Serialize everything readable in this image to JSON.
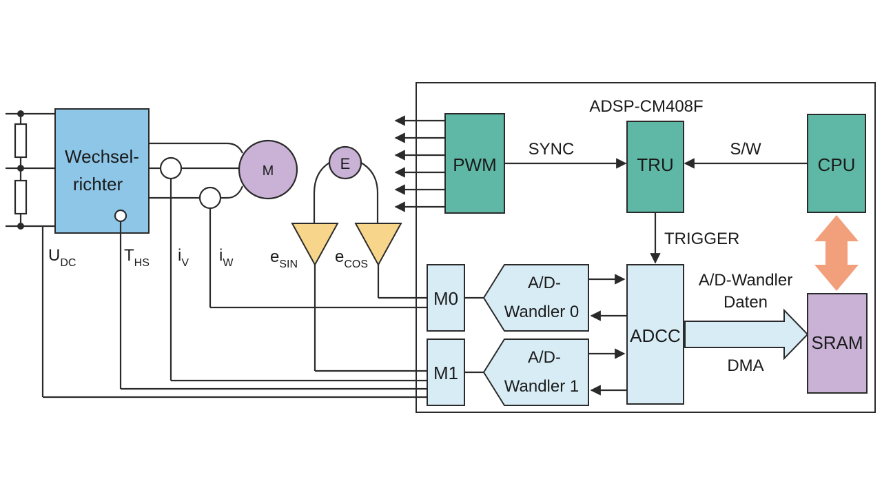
{
  "chip": {
    "title": "ADSP-CM408F"
  },
  "blocks": {
    "inverter": [
      "Wechsel-",
      "richter"
    ],
    "motor": "M",
    "encoder": "E",
    "pwm": "PWM",
    "tru": "TRU",
    "cpu": "CPU",
    "adcc": "ADCC",
    "sram": "SRAM",
    "m0": "M0",
    "m1": "M1",
    "adc0": [
      "A/D-",
      "Wandler 0"
    ],
    "adc1": [
      "A/D-",
      "Wandler 1"
    ]
  },
  "signals": {
    "sync": "SYNC",
    "sw": "S/W",
    "trigger": "TRIGGER",
    "adc_data": [
      "A/D-Wandler",
      "Daten"
    ],
    "dma": "DMA"
  },
  "measurements": {
    "udc": {
      "main": "U",
      "sub": "DC"
    },
    "ths": {
      "main": "T",
      "sub": "HS"
    },
    "iv": {
      "main": "i",
      "sub": "V"
    },
    "iw": {
      "main": "i",
      "sub": "W"
    },
    "esin": {
      "main": "e",
      "sub": "SIN"
    },
    "ecos": {
      "main": "e",
      "sub": "COS"
    }
  },
  "colors": {
    "inverter": "#8ec6e8",
    "teal": "#5fb8a5",
    "light_blue": "#d7ecf5",
    "purple": "#c9b2d6",
    "amp": "#f7d58a",
    "bus_arrow": "#f2a07b",
    "line": "#2a2a2a"
  }
}
